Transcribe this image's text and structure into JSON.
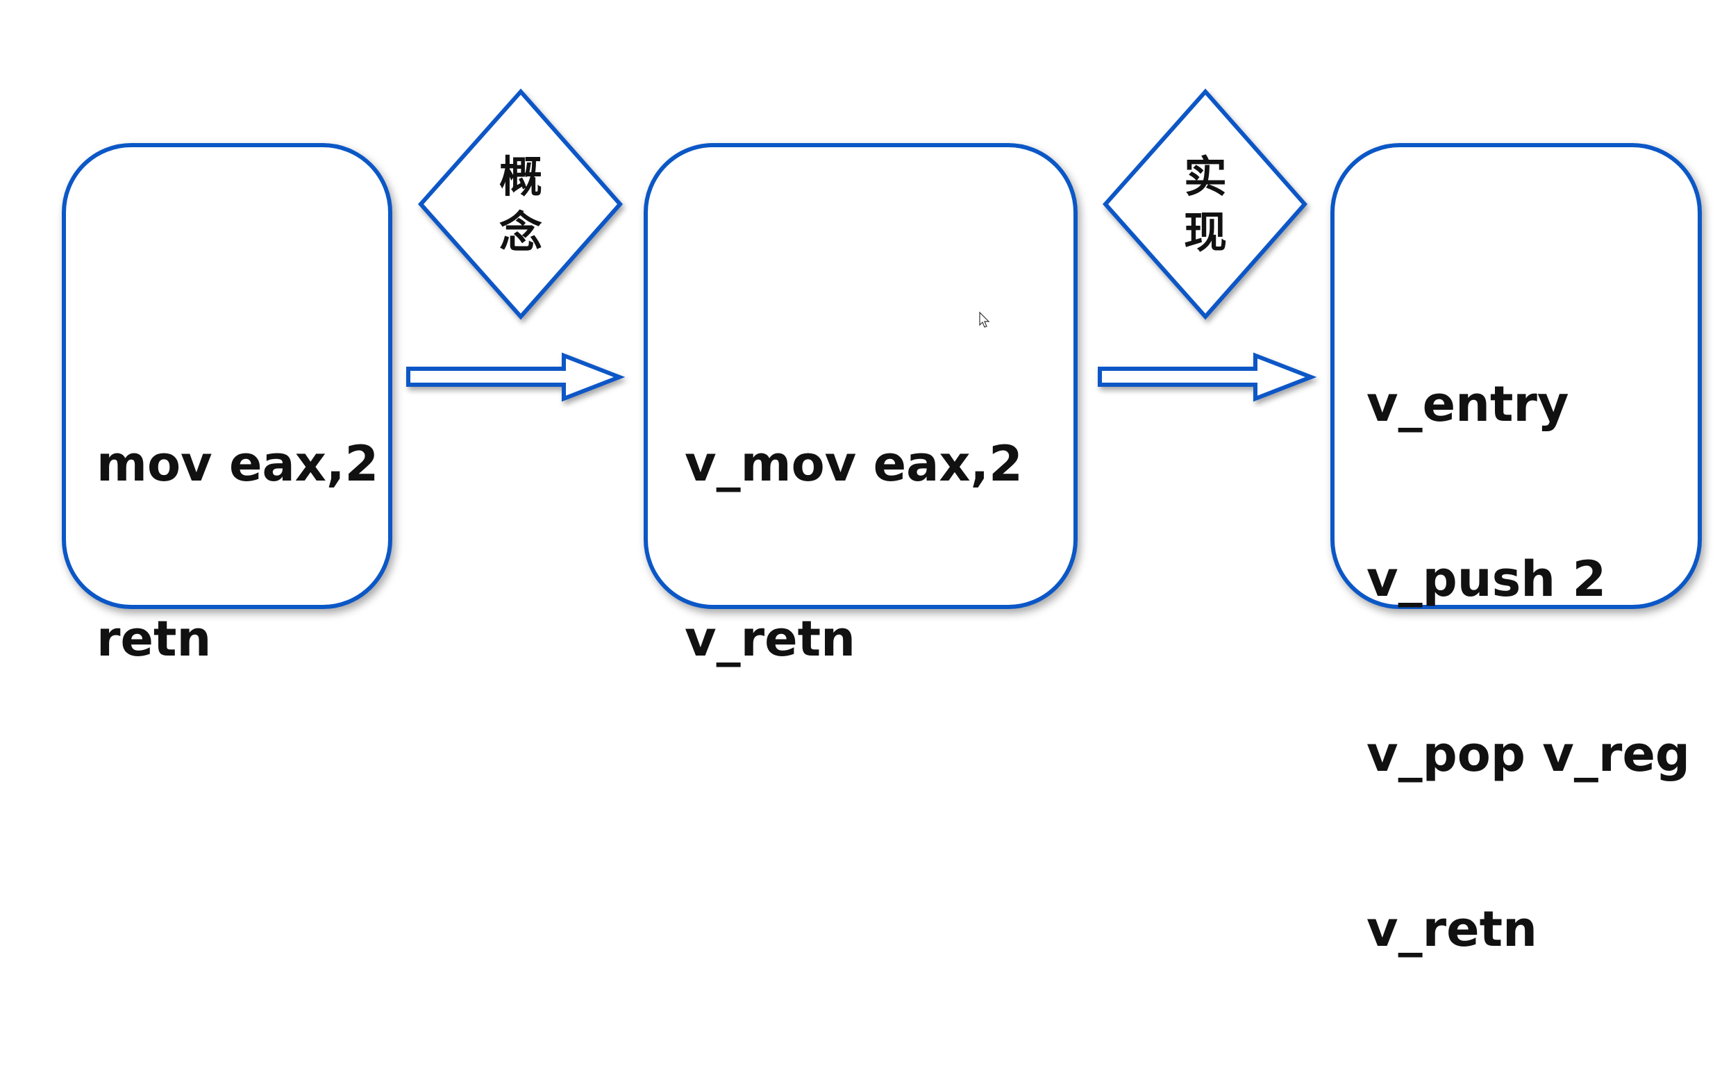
{
  "colors": {
    "border": "#0b57c6",
    "text": "#111111",
    "background": "#ffffff"
  },
  "nodes": [
    {
      "id": "original",
      "lines": [
        "mov eax,2",
        "retn"
      ]
    },
    {
      "id": "concept",
      "lines": [
        "v_mov eax,2",
        "v_retn"
      ]
    },
    {
      "id": "implementation",
      "lines": [
        "v_entry",
        "v_push 2",
        "v_pop v_reg",
        "v_retn"
      ]
    }
  ],
  "edges": [
    {
      "from": "original",
      "to": "concept",
      "label_chars": [
        "概",
        "念"
      ]
    },
    {
      "from": "concept",
      "to": "implementation",
      "label_chars": [
        "实",
        "现"
      ]
    }
  ],
  "icons": [
    "right-arrow-icon",
    "diamond-icon",
    "mouse-cursor-icon"
  ]
}
